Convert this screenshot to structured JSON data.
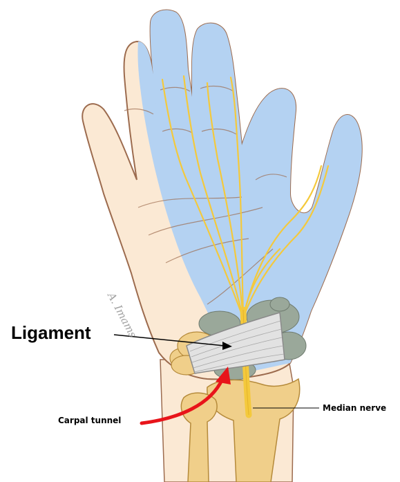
{
  "labels": {
    "ligament": "Ligament",
    "carpal_tunnel": "Carpal tunnel",
    "median_nerve": "Median nerve"
  },
  "signature": "A. Imams",
  "colors": {
    "skin": "#fbe9d4",
    "skin_outline": "#9c6b4e",
    "median_territory": "#b4d2f2",
    "nerve": "#f4c93c",
    "bone": "#f0cf8a",
    "bone_outline": "#b58a3a",
    "carpal_bone": "#9aa89a",
    "ligament": "#dcdcdc",
    "arrow": "#e8141a"
  }
}
